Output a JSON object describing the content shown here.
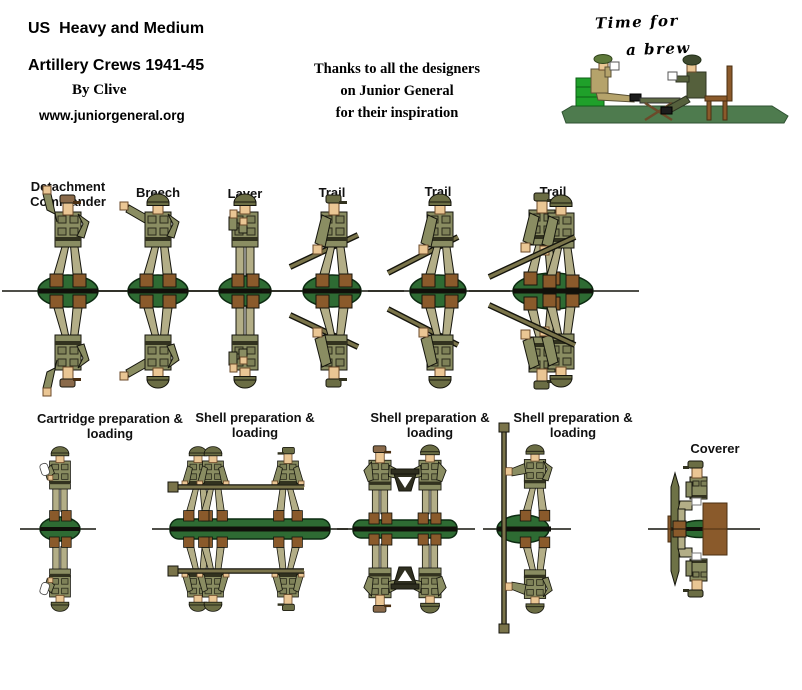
{
  "sheet": {
    "title_line1": "US  Heavy and Medium",
    "title_line2": "Artillery Crews 1941-45",
    "byline": "By Clive",
    "website": "www.juniorgeneral.org"
  },
  "thanks": {
    "line1": "Thanks to all the designers",
    "line2": "on Junior General",
    "line3": "for their inspiration"
  },
  "brew": {
    "caption_line1": "Time for",
    "caption_line2": "a brew"
  },
  "figures": {
    "row1": [
      "Detachment Commander",
      "Breech",
      "Layer",
      "Trail",
      "Trail",
      "Trail"
    ],
    "row2": [
      "Cartridge preparation & loading",
      "Shell preparation & loading",
      "Shell preparation & loading",
      "Shell preparation & loading",
      "Coverer"
    ]
  },
  "palette": {
    "jacket": "#8a8d62",
    "pants": "#b3ae87",
    "boots": "#8a5a2b",
    "skin": "#eac694",
    "helmet": "#6b6d44",
    "capbrown": "#8a6a4a",
    "base": "#2e6b33",
    "pole": "#7a744a",
    "belt": "#32321f",
    "pocket": "#7e8158",
    "outline": "#15150d",
    "crate": "#1fa02a",
    "mat": "#4e7b4e",
    "chair": "#8b5a2b",
    "uniform_dark": "#55603c",
    "uniform_khaki": "#b5a36b",
    "shell": "#6e7246"
  }
}
